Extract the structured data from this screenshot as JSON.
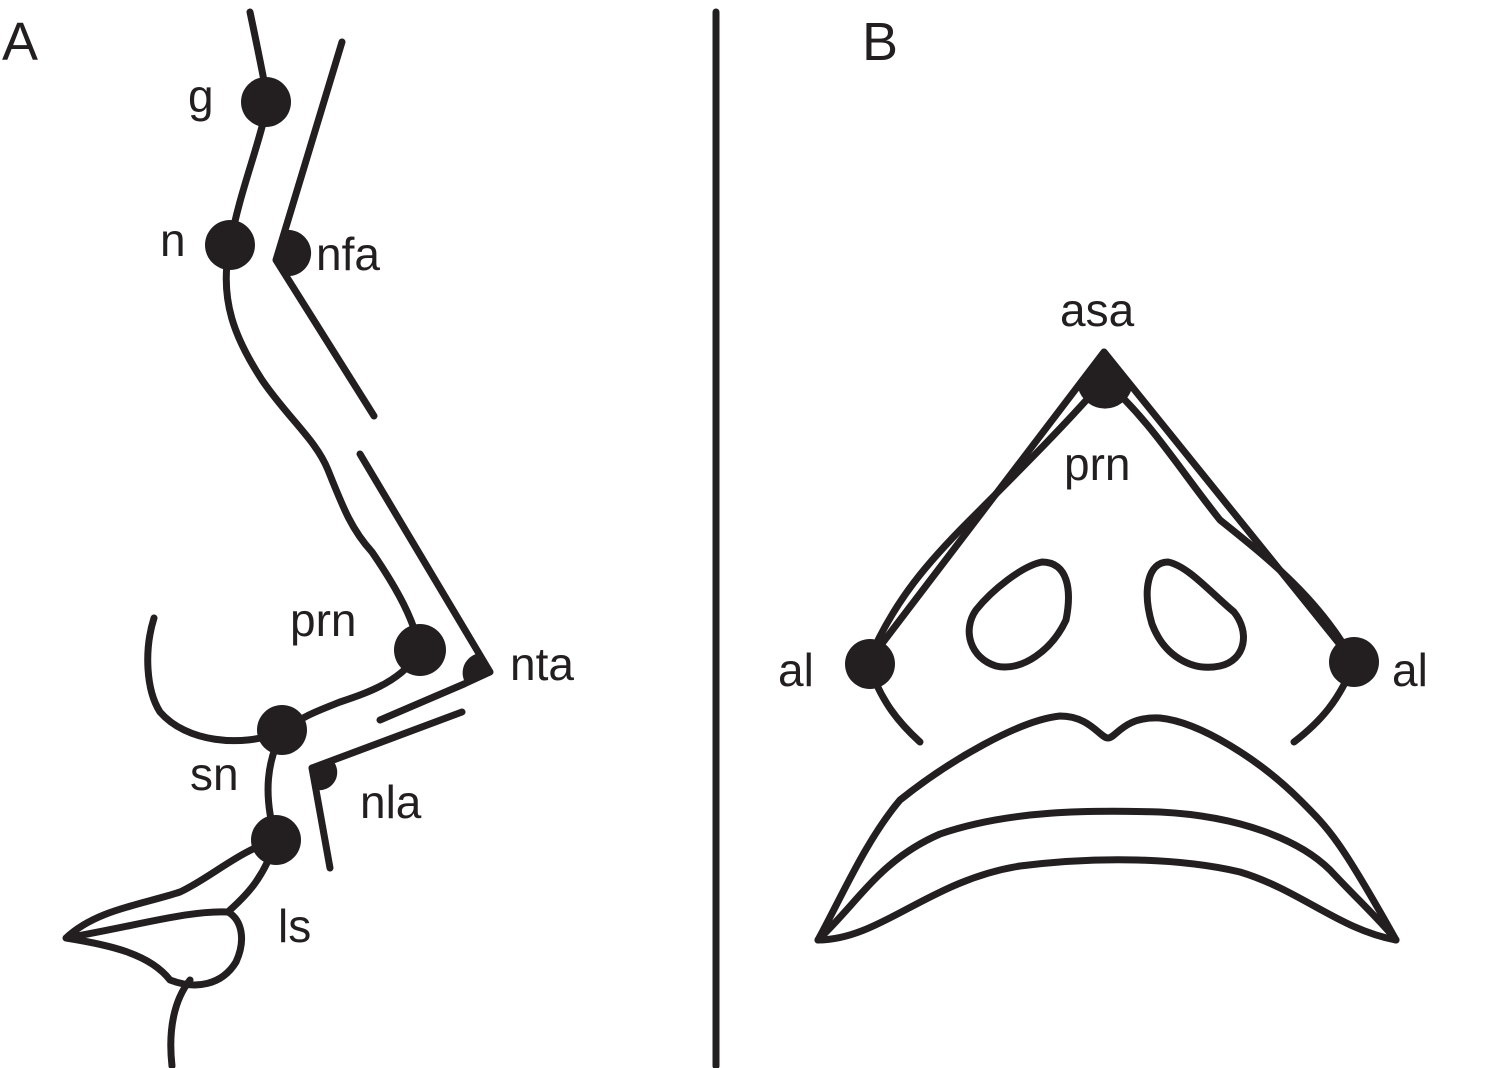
{
  "panels": {
    "a": "A",
    "b": "B"
  },
  "profile_landmarks": {
    "g": "g",
    "n": "n",
    "nfa": "nfa",
    "prn": "prn",
    "nta": "nta",
    "sn": "sn",
    "nla": "nla",
    "ls": "ls"
  },
  "base_landmarks": {
    "asa": "asa",
    "prn": "prn",
    "al_left": "al",
    "al_right": "al"
  },
  "colors": {
    "ink": "#231f20",
    "background": "#ffffff"
  }
}
